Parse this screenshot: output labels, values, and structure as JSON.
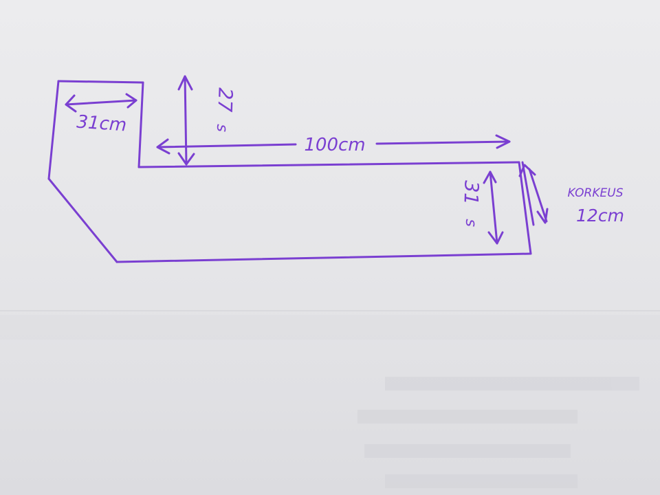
{
  "diagram": {
    "ink_color": "#7a3fd1",
    "bleed_color": "#c9c9cf",
    "labels": {
      "left_width": "31cm",
      "left_height": "27",
      "left_height_unit": "s",
      "top_length": "100cm",
      "right_depth": "31",
      "right_depth_unit": "s",
      "corner_word": "KORKEUS",
      "corner_height": "12cm"
    }
  }
}
